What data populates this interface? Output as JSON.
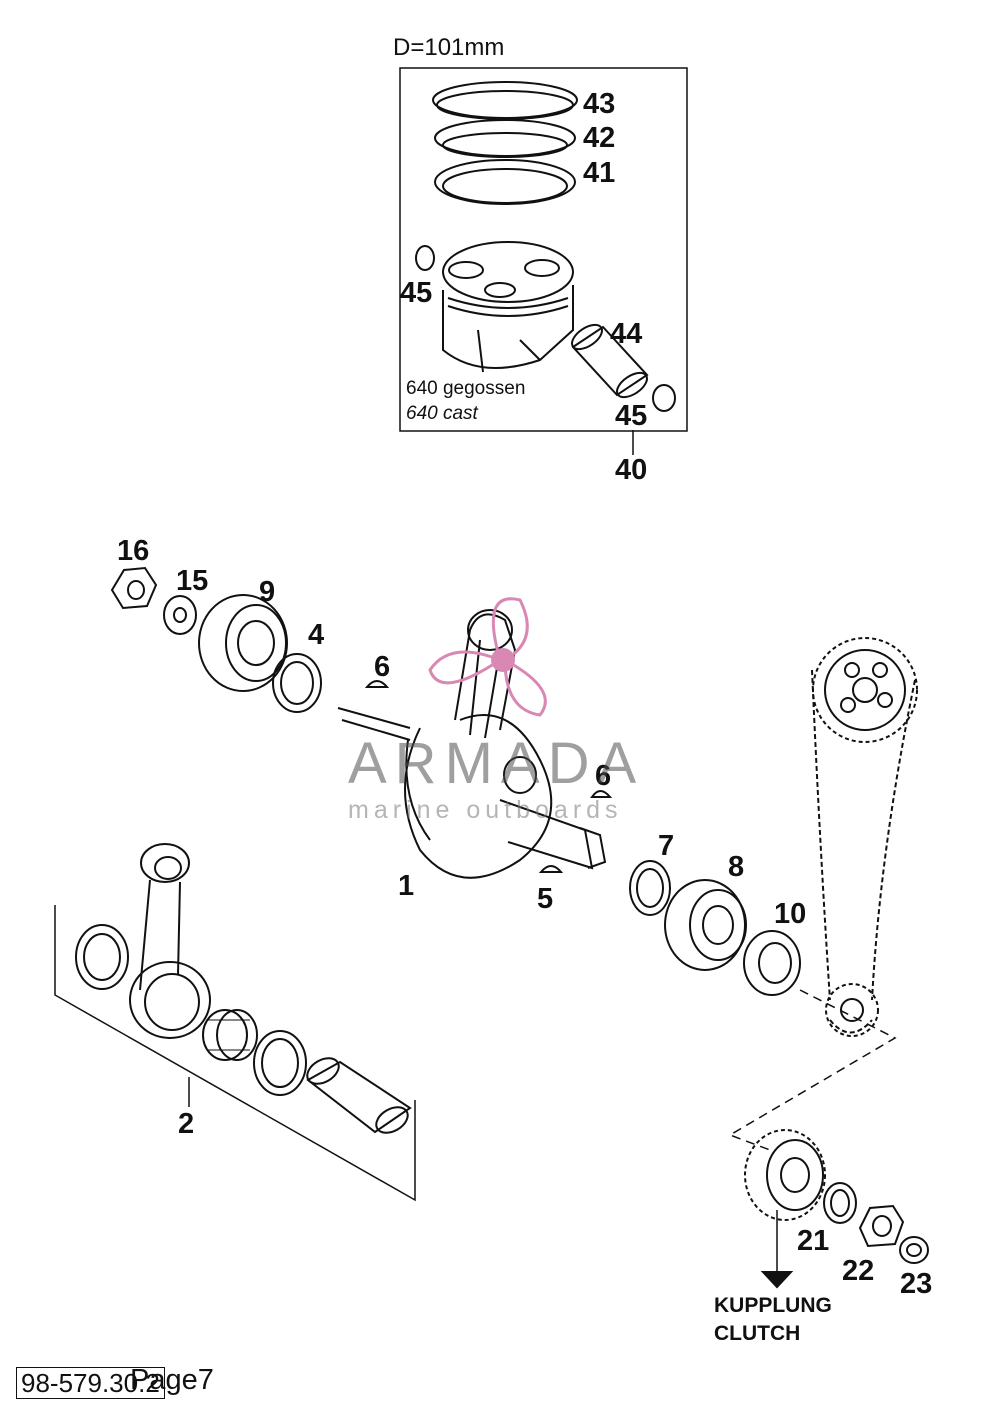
{
  "piston_box": {
    "diameter": "D=101mm",
    "note_de": "640 gegossen",
    "note_en": "640 cast"
  },
  "labels": {
    "l43": "43",
    "l42": "42",
    "l41": "41",
    "l45a": "45",
    "l44": "44",
    "l45b": "45",
    "l40": "40",
    "l16": "16",
    "l15": "15",
    "l9": "9",
    "l4": "4",
    "l6a": "6",
    "l6b": "6",
    "l1": "1",
    "l5": "5",
    "l7": "7",
    "l8": "8",
    "l10": "10",
    "l2": "2",
    "l21": "21",
    "l22": "22",
    "l23": "23"
  },
  "clutch": {
    "line1": "KUPPLUNG",
    "line2": "CLUTCH"
  },
  "watermark": {
    "brand": "ARMADA",
    "tagline": "marine outboards"
  },
  "footer": {
    "doc_id": "98-579.30.2",
    "page": "Page7"
  }
}
